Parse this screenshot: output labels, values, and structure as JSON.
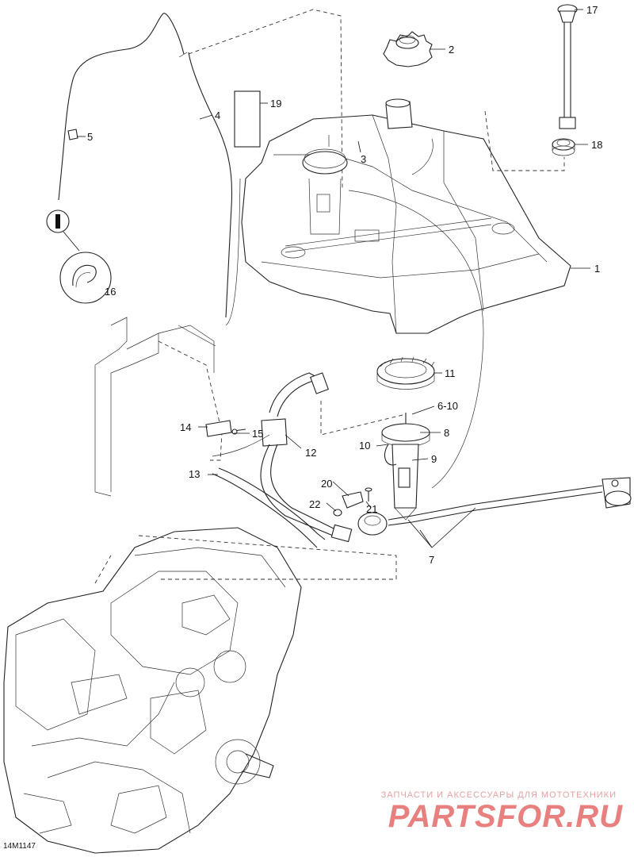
{
  "drawing_id": "14M1147",
  "watermark": {
    "tagline": "ЗАПЧАСТИ И АКСЕССУАРЫ ДЛЯ МОТОТЕХНИКИ",
    "brand": "PARTSFOR.RU",
    "color": "#e98080"
  },
  "callouts": {
    "c1": "1",
    "c2": "2",
    "c3": "3",
    "c4": "4",
    "c5": "5",
    "c6_10": "6-10",
    "c7": "7",
    "c8": "8",
    "c9": "9",
    "c10": "10",
    "c11": "11",
    "c12": "12",
    "c13": "13",
    "c14": "14",
    "c15": "15",
    "c16": "16",
    "c17": "17",
    "c18": "18",
    "c19": "19",
    "c20": "20",
    "c21": "21",
    "c22": "22"
  }
}
